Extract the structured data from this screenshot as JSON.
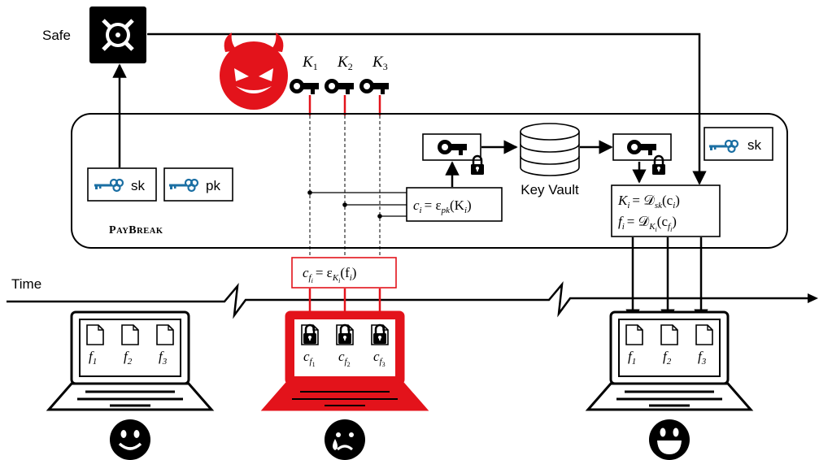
{
  "colors": {
    "ink": "#000000",
    "attack_red": "#e3131b",
    "key_blue": "#1b6fa3",
    "paper": "#ffffff"
  },
  "labels": {
    "safe": "Safe",
    "time": "Time",
    "paybreak": "PayBreak",
    "key_vault": "Key Vault",
    "sk": "sk",
    "pk": "pk",
    "sk_right": "sk"
  },
  "attacker_keys": [
    {
      "name": "K",
      "sub": "1",
      "icon": "key-icon"
    },
    {
      "name": "K",
      "sub": "2",
      "icon": "key-icon"
    },
    {
      "name": "K",
      "sub": "3",
      "icon": "key-icon"
    }
  ],
  "formulas": {
    "encrypt_file_lhs": "c",
    "encrypt_file_lhs_sub": "f",
    "encrypt_file_lhs_subsub": "i",
    "encrypt_file_rhs": "= ε",
    "encrypt_file_rhs_sub": "K",
    "encrypt_file_rhs_subsub": "i",
    "encrypt_file_arg": "(f",
    "encrypt_file_arg_sub": "i",
    "encrypt_file_close": ")",
    "encrypt_key_lhs": "c",
    "encrypt_key_lhs_sub": "i",
    "encrypt_key_rhs": "= ε",
    "encrypt_key_rhs_sub": "pk",
    "encrypt_key_arg": "(K",
    "encrypt_key_arg_sub": "i",
    "encrypt_key_close": ")",
    "decrypt_key_lhs": "K",
    "decrypt_key_lhs_sub": "i",
    "decrypt_key_rhs": "= 𝒟",
    "decrypt_key_rhs_sub": "sk",
    "decrypt_key_arg": "(c",
    "decrypt_key_arg_sub": "i",
    "decrypt_key_close": ")",
    "decrypt_file_lhs": "f",
    "decrypt_file_lhs_sub": "i",
    "decrypt_file_rhs": "= 𝒟",
    "decrypt_file_rhs_sub": "K",
    "decrypt_file_rhs_subsub": "i",
    "decrypt_file_arg": "(c",
    "decrypt_file_arg_sub": "f",
    "decrypt_file_arg_subsub": "i",
    "decrypt_file_close": ")"
  },
  "laptops": [
    {
      "state": "normal",
      "face": "smiling-face-icon",
      "files": [
        {
          "name": "f",
          "sub": "1"
        },
        {
          "name": "f",
          "sub": "2"
        },
        {
          "name": "f",
          "sub": "3"
        }
      ]
    },
    {
      "state": "encrypted",
      "face": "crying-face-icon",
      "files": [
        {
          "name": "c",
          "sub": "f",
          "subsub": "1"
        },
        {
          "name": "c",
          "sub": "f",
          "subsub": "2"
        },
        {
          "name": "c",
          "sub": "f",
          "subsub": "3"
        }
      ]
    },
    {
      "state": "recovered",
      "face": "grinning-face-icon",
      "files": [
        {
          "name": "f",
          "sub": "1"
        },
        {
          "name": "f",
          "sub": "2"
        },
        {
          "name": "f",
          "sub": "3"
        }
      ]
    }
  ]
}
